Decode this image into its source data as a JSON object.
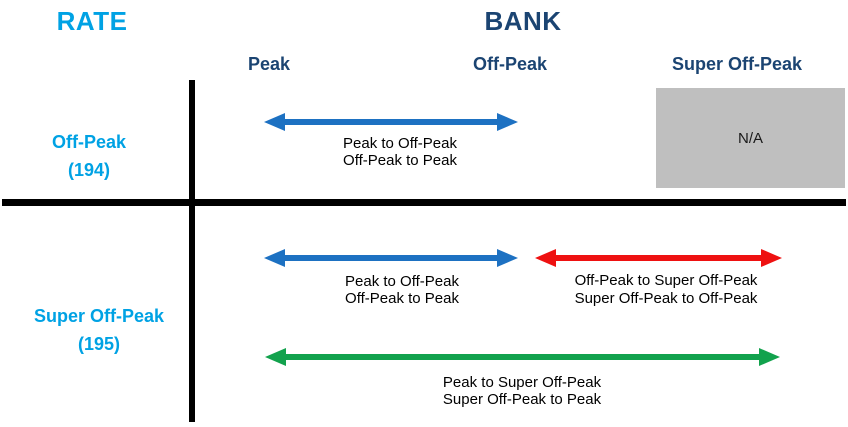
{
  "colors": {
    "cyan": "#00A2E4",
    "navy": "#1B4472",
    "blue_arrow": "#1D71C2",
    "red_arrow": "#EE1111",
    "green_arrow": "#12A24D",
    "na_box": "#BFBFBF",
    "divider": "#000000"
  },
  "rate_axis": {
    "title": "RATE",
    "rows": [
      {
        "label": "Off-Peak",
        "code": "(194)"
      },
      {
        "label": "Super Off-Peak",
        "code": "(195)"
      }
    ]
  },
  "bank_axis": {
    "title": "BANK",
    "columns": [
      "Peak",
      "Off-Peak",
      "Super Off-Peak"
    ]
  },
  "cells": {
    "na_label": "N/A",
    "row1_blue": {
      "line1": "Peak to Off-Peak",
      "line2": "Off-Peak to Peak"
    },
    "row2_blue": {
      "line1": "Peak to Off-Peak",
      "line2": "Off-Peak to Peak"
    },
    "row2_red": {
      "line1": "Off-Peak to Super Off-Peak",
      "line2": "Super Off-Peak to Off-Peak"
    },
    "row2_green": {
      "line1": "Peak to Super Off-Peak",
      "line2": "Super Off-Peak to Peak"
    }
  }
}
